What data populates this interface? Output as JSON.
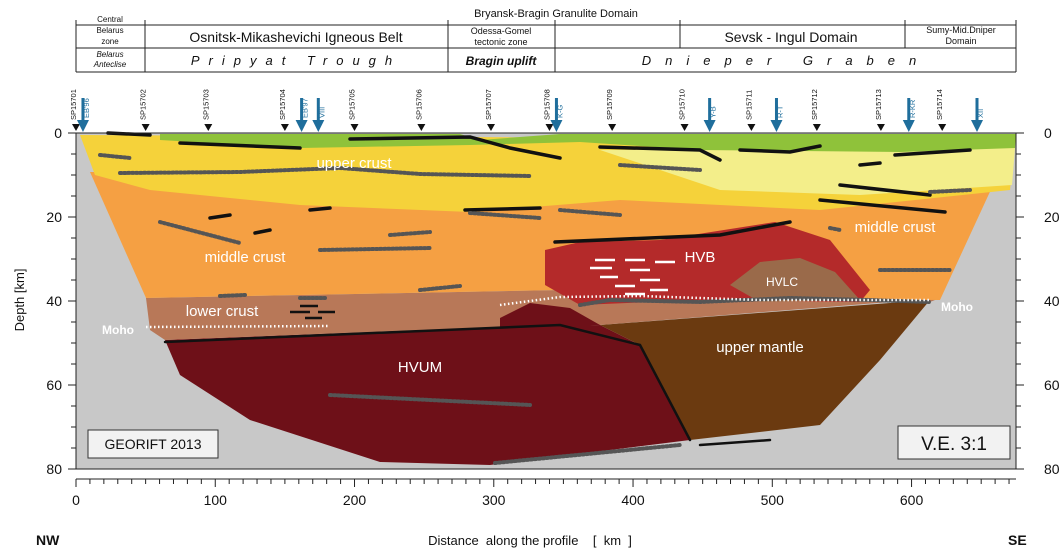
{
  "domains": {
    "top_title": "Bryansk-Bragin Granulite Domain",
    "central_belarus": [
      "Central",
      "Belarus",
      "zone"
    ],
    "belarus_anteclise": [
      "Belarus",
      "Anteclise"
    ],
    "osnitsk": "Osnitsk-Mikashevichi Igneous Belt",
    "odessa": [
      "Odessa-Gomel",
      "tectonic zone"
    ],
    "sevsk": "Sevsk - Ingul Domain",
    "sumy": [
      "Sumy-Mid.Dniper",
      "Domain"
    ],
    "pripyat": "Pripyat Trough",
    "bragin": "Bragin uplift",
    "dnieper": "Dnieper Graben"
  },
  "shot_points": [
    {
      "label": "SP15701",
      "km": 0
    },
    {
      "label": "SP15702",
      "km": 50
    },
    {
      "label": "SP15703",
      "km": 95
    },
    {
      "label": "SP15704",
      "km": 150
    },
    {
      "label": "SP15705",
      "km": 200
    },
    {
      "label": "SP15706",
      "km": 248
    },
    {
      "label": "SP15707",
      "km": 298
    },
    {
      "label": "SP15708",
      "km": 340
    },
    {
      "label": "SP15709",
      "km": 385
    },
    {
      "label": "SP15710",
      "km": 437
    },
    {
      "label": "SP15711",
      "km": 485
    },
    {
      "label": "SP15712",
      "km": 532
    },
    {
      "label": "SP15713",
      "km": 578
    },
    {
      "label": "SP15714",
      "km": 622
    }
  ],
  "crossings": [
    {
      "label": "EB'96",
      "km": 5
    },
    {
      "label": "EB'97",
      "km": 162
    },
    {
      "label": "VIII",
      "km": 174
    },
    {
      "label": "K-G",
      "km": 345
    },
    {
      "label": "Y-B",
      "km": 455
    },
    {
      "label": "R-T",
      "km": 503
    },
    {
      "label": "R-KR",
      "km": 598
    },
    {
      "label": "XII",
      "km": 647
    }
  ],
  "layers": {
    "upper_crust": "upper crust",
    "middle_crust_left": "middle crust",
    "middle_crust_right": "middle crust",
    "lower_crust": "lower crust",
    "hvb": "HVB",
    "hvlc": "HVLC",
    "moho_left": "Moho",
    "moho_right": "Moho",
    "hvum": "HVUM",
    "upper_mantle": "upper mantle"
  },
  "boxes": {
    "georift": "GEORIFT 2013",
    "ve": "V.E. 3:1"
  },
  "axes": {
    "x_ticks": [
      "0",
      "100",
      "200",
      "300",
      "400",
      "500",
      "600"
    ],
    "x_values": [
      0,
      100,
      200,
      300,
      400,
      500,
      600
    ],
    "x_range_km": [
      0,
      675
    ],
    "depth_ticks": [
      "0",
      "20",
      "40",
      "60",
      "80"
    ],
    "depth_values": [
      0,
      20,
      40,
      60,
      80
    ],
    "depth_title": "Depth [km]",
    "distance_title": "Distance  along the profile    [  km  ]",
    "nw": "NW",
    "se": "SE"
  },
  "colors": {
    "sediment": "#8fc23a",
    "upper_crust": "#f5d23a",
    "upper_crust_light": "#f3ee8a",
    "middle_crust": "#f5a043",
    "lower_crust": "#b87858",
    "hvb": "#b42a2a",
    "hvlc": "#9a6a4a",
    "hvum": "#6e1018",
    "upper_mantle": "#6b3a10",
    "background": "#c8c8c8",
    "arrow": "#1f6e9c"
  }
}
